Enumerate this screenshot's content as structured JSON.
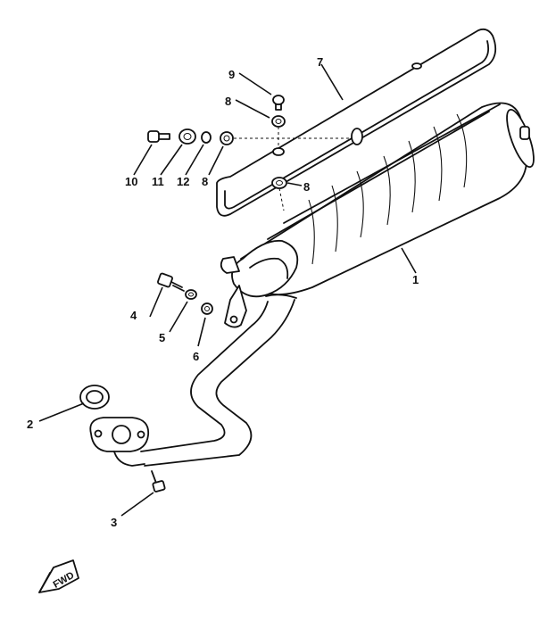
{
  "callouts": [
    {
      "id": "c1",
      "text": "1"
    },
    {
      "id": "c2",
      "text": "2"
    },
    {
      "id": "c3",
      "text": "3"
    },
    {
      "id": "c4",
      "text": "4"
    },
    {
      "id": "c5",
      "text": "5"
    },
    {
      "id": "c6",
      "text": "6"
    },
    {
      "id": "c7",
      "text": "7"
    },
    {
      "id": "c8a",
      "text": "8"
    },
    {
      "id": "c8b",
      "text": "8"
    },
    {
      "id": "c8c",
      "text": "8"
    },
    {
      "id": "c9",
      "text": "9"
    },
    {
      "id": "c10",
      "text": "10"
    },
    {
      "id": "c11",
      "text": "11"
    },
    {
      "id": "c12",
      "text": "12"
    }
  ],
  "fwd_marker": "FWD"
}
